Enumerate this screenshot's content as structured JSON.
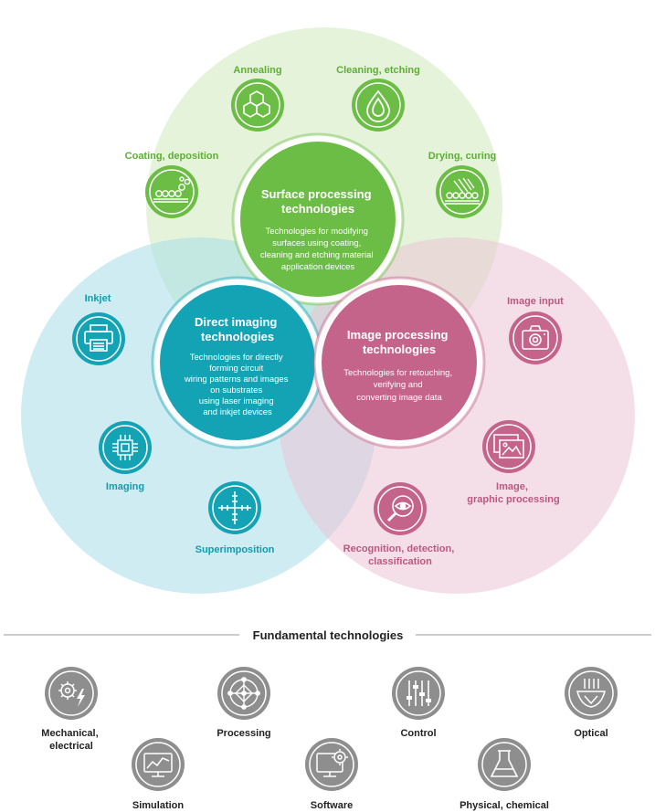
{
  "colors": {
    "green": "#6cbd45",
    "green_light": "#d4ebc4",
    "green_text": "#5eae35",
    "teal": "#14a3b5",
    "teal_light": "#bfe6ee",
    "teal_text": "#129cad",
    "pink": "#c4648a",
    "pink_light": "#efd6e1",
    "pink_text": "#bb5880",
    "gray": "#8e8e8e",
    "text_dark": "#222222"
  },
  "main": {
    "surface": {
      "title": [
        "Surface processing",
        "technologies"
      ],
      "desc": [
        "Technologies for modifying",
        "surfaces using coating,",
        "cleaning and etching material",
        "application devices"
      ]
    },
    "direct": {
      "title": [
        "Direct imaging",
        "technologies"
      ],
      "desc": [
        "Technologies for directly",
        "forming circuit",
        "wiring patterns and images",
        "on substrates",
        "using laser imaging",
        "and inkjet devices"
      ]
    },
    "image": {
      "title": [
        "Image processing",
        "technologies"
      ],
      "desc": [
        "Technologies for retouching,",
        "verifying and",
        "converting image data"
      ]
    }
  },
  "satellites": {
    "green": [
      {
        "label": [
          "Annealing"
        ],
        "icon": "hexagon-molecule-icon"
      },
      {
        "label": [
          "Cleaning, etching"
        ],
        "icon": "droplet-icon"
      },
      {
        "label": [
          "Coating, deposition"
        ],
        "icon": "coating-bubbles-icon"
      },
      {
        "label": [
          "Drying, curing"
        ],
        "icon": "drying-lines-icon"
      }
    ],
    "teal": [
      {
        "label": [
          "Inkjet"
        ],
        "icon": "printer-icon"
      },
      {
        "label": [
          "Imaging"
        ],
        "icon": "chip-icon"
      },
      {
        "label": [
          "Superimposition"
        ],
        "icon": "crosshair-icon"
      }
    ],
    "pink": [
      {
        "label": [
          "Image input"
        ],
        "icon": "camera-icon"
      },
      {
        "label": [
          "Image,",
          "graphic processing"
        ],
        "icon": "picture-frames-icon"
      },
      {
        "label": [
          "Recognition, detection,",
          "classification"
        ],
        "icon": "eye-magnifier-icon"
      }
    ]
  },
  "fundamental": {
    "title": "Fundamental technologies",
    "items": [
      {
        "label": [
          "Mechanical,",
          "electrical"
        ],
        "icon": "gear-bolt-icon"
      },
      {
        "label": [
          "Processing"
        ],
        "icon": "network-circle-icon"
      },
      {
        "label": [
          "Control"
        ],
        "icon": "sliders-icon"
      },
      {
        "label": [
          "Optical"
        ],
        "icon": "lens-icon"
      },
      {
        "label": [
          "Simulation"
        ],
        "icon": "monitor-chart-icon"
      },
      {
        "label": [
          "Software"
        ],
        "icon": "monitor-gear-icon"
      },
      {
        "label": [
          "Physical, chemical"
        ],
        "icon": "flask-icon"
      }
    ]
  }
}
